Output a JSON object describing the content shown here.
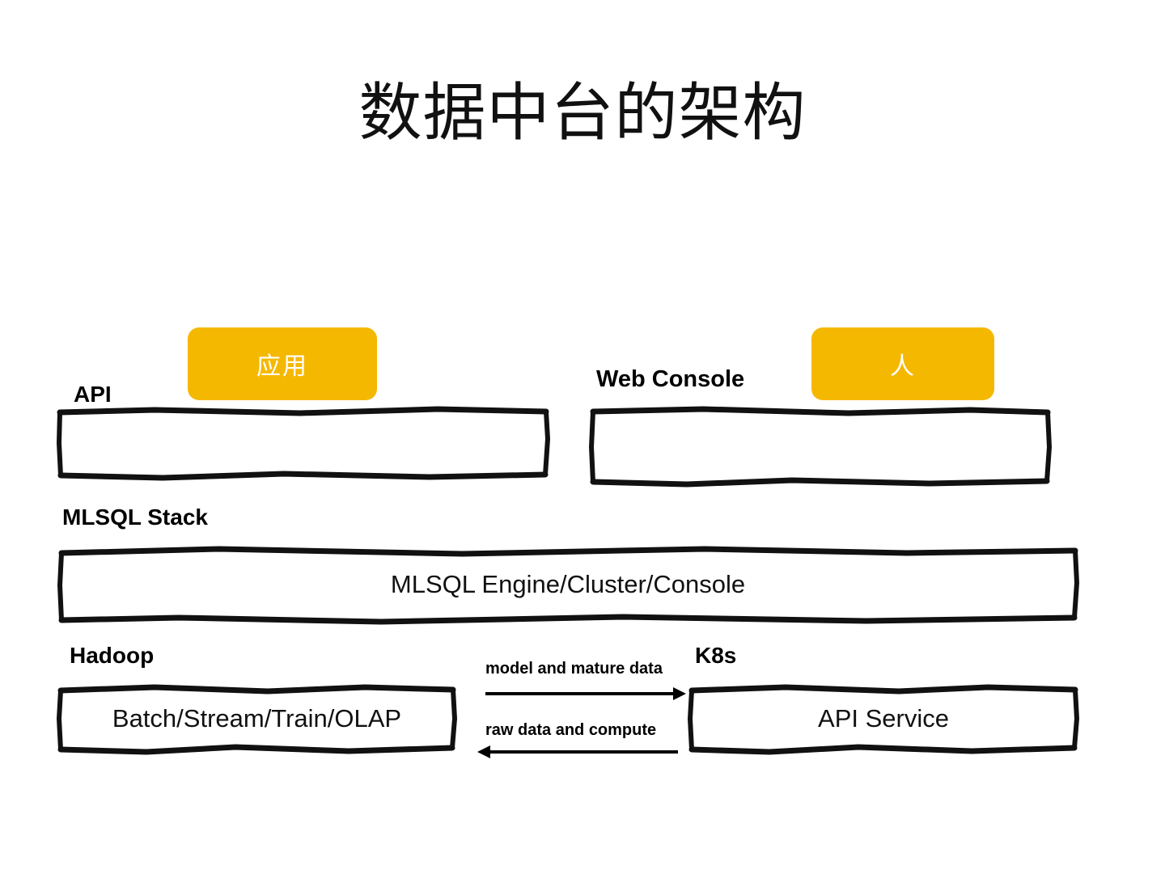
{
  "slide": {
    "title": "数据中台的架构",
    "background_color": "#ffffff",
    "accent_color": "#F5B800",
    "text_color": "#000000"
  },
  "chips": [
    {
      "id": "app",
      "label": "应用",
      "color": "#F5B800",
      "text_color": "#ffffff"
    },
    {
      "id": "person",
      "label": "人",
      "color": "#F5B800",
      "text_color": "#ffffff"
    }
  ],
  "layers": [
    {
      "id": "api",
      "label": "API",
      "content": ""
    },
    {
      "id": "web_console",
      "label": "Web Console",
      "content": ""
    },
    {
      "id": "mlsql_stack",
      "label": "MLSQL Stack",
      "content": "MLSQL Engine/Cluster/Console"
    },
    {
      "id": "hadoop",
      "label": "Hadoop",
      "content": "Batch/Stream/Train/OLAP"
    },
    {
      "id": "k8s",
      "label": "K8s",
      "content": "API Service"
    }
  ],
  "flow": {
    "top": {
      "label": "model and mature data",
      "direction": "right",
      "from": "hadoop",
      "to": "k8s"
    },
    "bottom": {
      "label": "raw data and compute",
      "direction": "left",
      "from": "k8s",
      "to": "hadoop"
    }
  }
}
